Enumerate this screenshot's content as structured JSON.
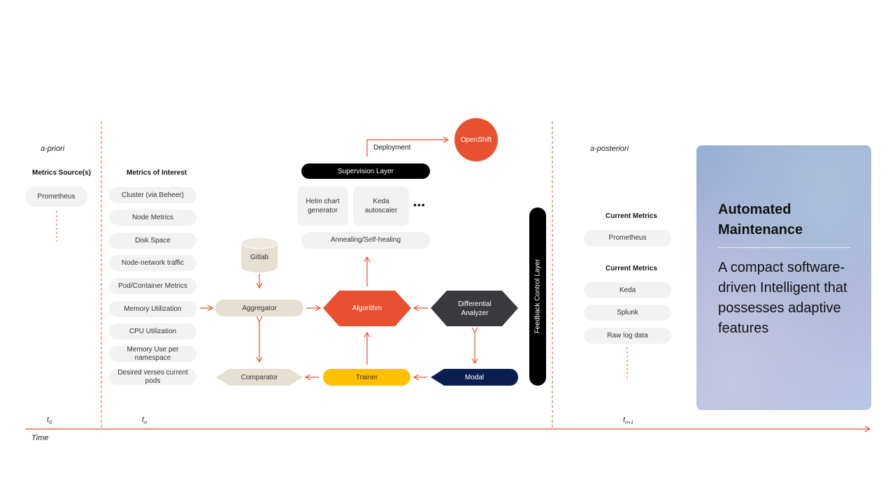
{
  "colors": {
    "accent": "#e8502f",
    "dark": "#3a3a3e",
    "navy": "#0a1f4f",
    "yellow": "#ffc000",
    "beige": "#e6e0d2",
    "pill": "#f2f2f2"
  },
  "timeline": {
    "a_priori": "a-priori",
    "a_posteriori": "a-posteriori",
    "t0": "t",
    "t0_sub": "0",
    "tn": "t",
    "tn_sub": "n",
    "tn1": "t",
    "tn1_sub": "n+1",
    "time_label": "Time"
  },
  "sources": {
    "heading": "Metrics Source(s)",
    "item": "Prometheus"
  },
  "interest": {
    "heading": "Metrics of Interest",
    "items": [
      "Cluster (via Beheer)",
      "Node Metrics",
      "Disk Space",
      "Node-network traffic",
      "Pod/Container Metrics",
      "Memory Utilization",
      "CPU Utilization",
      "Memory Use per namespace",
      "Desired verses current pods"
    ]
  },
  "flow": {
    "deployment": "Deployment",
    "openshift": "OpenShift",
    "supervision": "Supervision Layer",
    "helm": "Helm chart generator",
    "keda_autoscaler": "Keda autoscaler",
    "ellipsis": "•••",
    "annealing": "Annealing/Self-healing",
    "gitlab": "Gitlab",
    "aggregator": "Aggregator",
    "algorithm": "Algorithm",
    "differential": "Differential Analyzer",
    "comparator": "Comparator",
    "trainer": "Trainer",
    "modal": "Modal",
    "feedback": "Feedback Control Layer"
  },
  "posteriori": {
    "heading1": "Current Metrics",
    "item1": "Prometheus",
    "heading2": "Current Metrics",
    "items2": [
      "Keda",
      "Splunk",
      "Raw log data"
    ]
  },
  "panel": {
    "title": "Automated Maintenance",
    "body": "A compact software-driven Intelligent that possesses adaptive features"
  }
}
